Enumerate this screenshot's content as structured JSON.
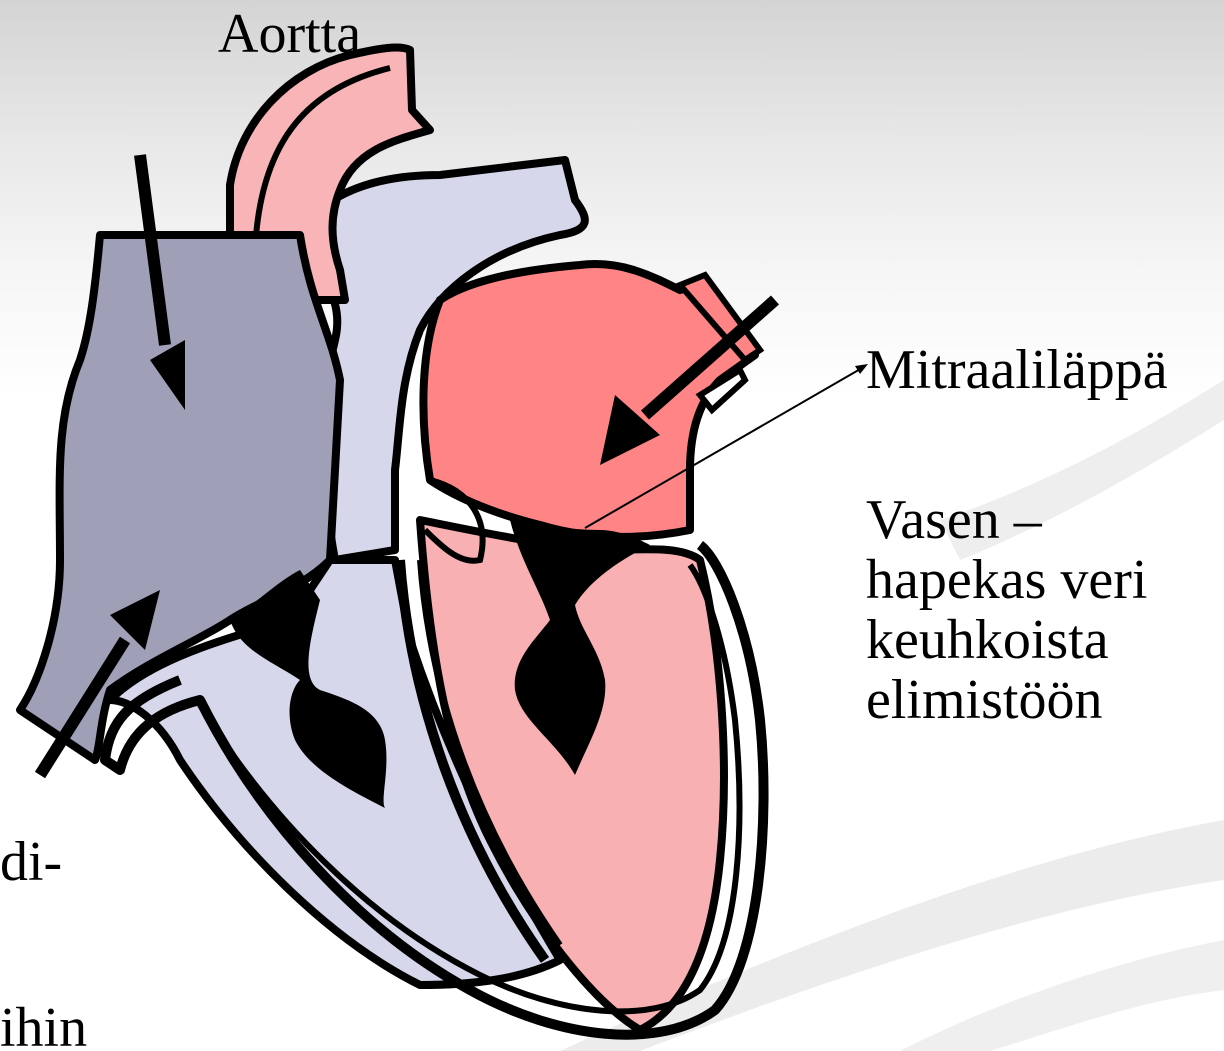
{
  "labels": {
    "aorta": "Aortta",
    "mitral_valve": "Mitraaliläppä",
    "left_side_lines": [
      "Vasen –",
      "hapekas veri",
      "keuhkoista",
      "elimistöön"
    ],
    "cut_text_1": "di-",
    "cut_text_2": "ihin"
  },
  "colors": {
    "right_atrium": "#9fa0b8",
    "right_ventricle": "#d6d7ea",
    "pulmonary_artery": "#d6d7ea",
    "aorta": "#f8b4b6",
    "left_atrium": "#ff8486",
    "left_ventricle": "#f8b0b2",
    "outline": "#000000",
    "valves": "#000000",
    "background_swoosh": "#e8e8e8"
  },
  "icons": [
    "blood-flow-arrow",
    "pointer-line"
  ]
}
